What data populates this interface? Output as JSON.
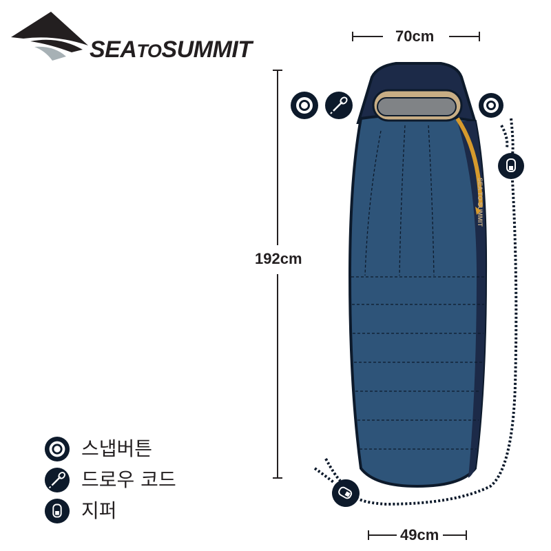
{
  "brand": {
    "name_part1": "SEA",
    "name_part2": "TO",
    "name_part3": "SUMMIT",
    "bag_label": "SEA TO SUMMIT",
    "colors": {
      "dark": "#231f20",
      "grey": "#a7b1b5"
    }
  },
  "dimensions": {
    "width_top": "70cm",
    "length": "192cm",
    "width_bottom": "49cm"
  },
  "legend": [
    {
      "icon": "snap-button-icon",
      "label": "스냅버튼"
    },
    {
      "icon": "drawcord-icon",
      "label": "드로우 코드"
    },
    {
      "icon": "zipper-icon",
      "label": "지퍼"
    }
  ],
  "colors": {
    "body_blue": "#2e5479",
    "outline": "#0d1a2b",
    "hood_navy": "#1c2a48",
    "collar_tan": "#c8ae85",
    "face_grey": "#808386",
    "zip_gold": "#d69a2d"
  }
}
